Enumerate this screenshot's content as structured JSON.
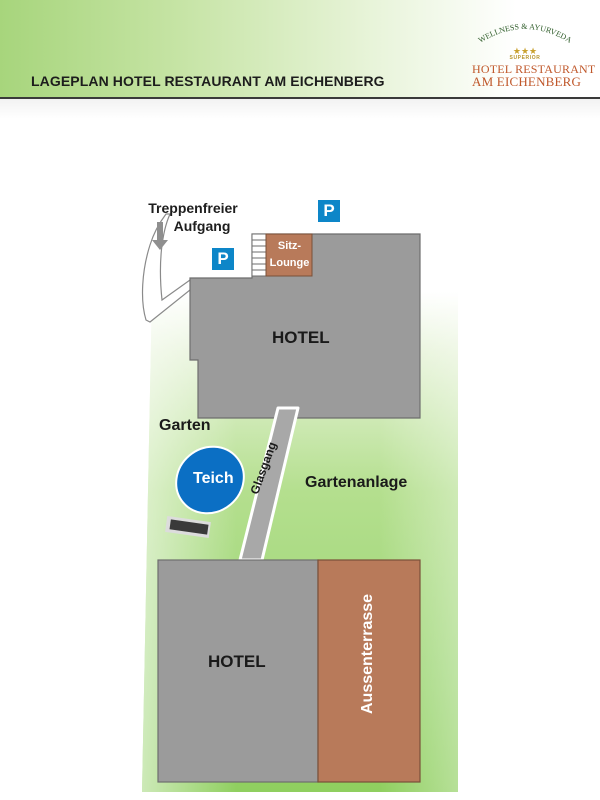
{
  "header": {
    "title": "LAGEPLAN HOTEL RESTAURANT AM EICHENBERG"
  },
  "logo": {
    "arc_text": "WELLNESS & AYURVEDA",
    "stars": "★★★",
    "sub_text": "SUPERIOR",
    "line1": "HOTEL RESTAURANT",
    "line2": "AM EICHENBERG",
    "colors": {
      "arc": "#2f5d2a",
      "gold": "#c9a12e",
      "name": "#c0582b"
    }
  },
  "map": {
    "stair_label_line1": "Treppenfreier",
    "stair_label_line2": "Aufgang",
    "parking_label": "P",
    "sitz_lounge_line1": "Sitz-",
    "sitz_lounge_line2": "Lounge",
    "hotel_upper": "HOTEL",
    "hotel_lower": "HOTEL",
    "garten": "Garten",
    "teich": "Teich",
    "glasgang": "Glasgang",
    "gartenanlage": "Gartenanlage",
    "aussenterrasse": "Aussenterrasse",
    "colors": {
      "building": "#9b9b9b",
      "building_edge": "#6e6e6e",
      "lounge": "#b87a5a",
      "terrace": "#b87a5a",
      "pond": "#0b6fc4",
      "parking": "#0d86c8",
      "lawn": "#8fcf5f"
    }
  }
}
